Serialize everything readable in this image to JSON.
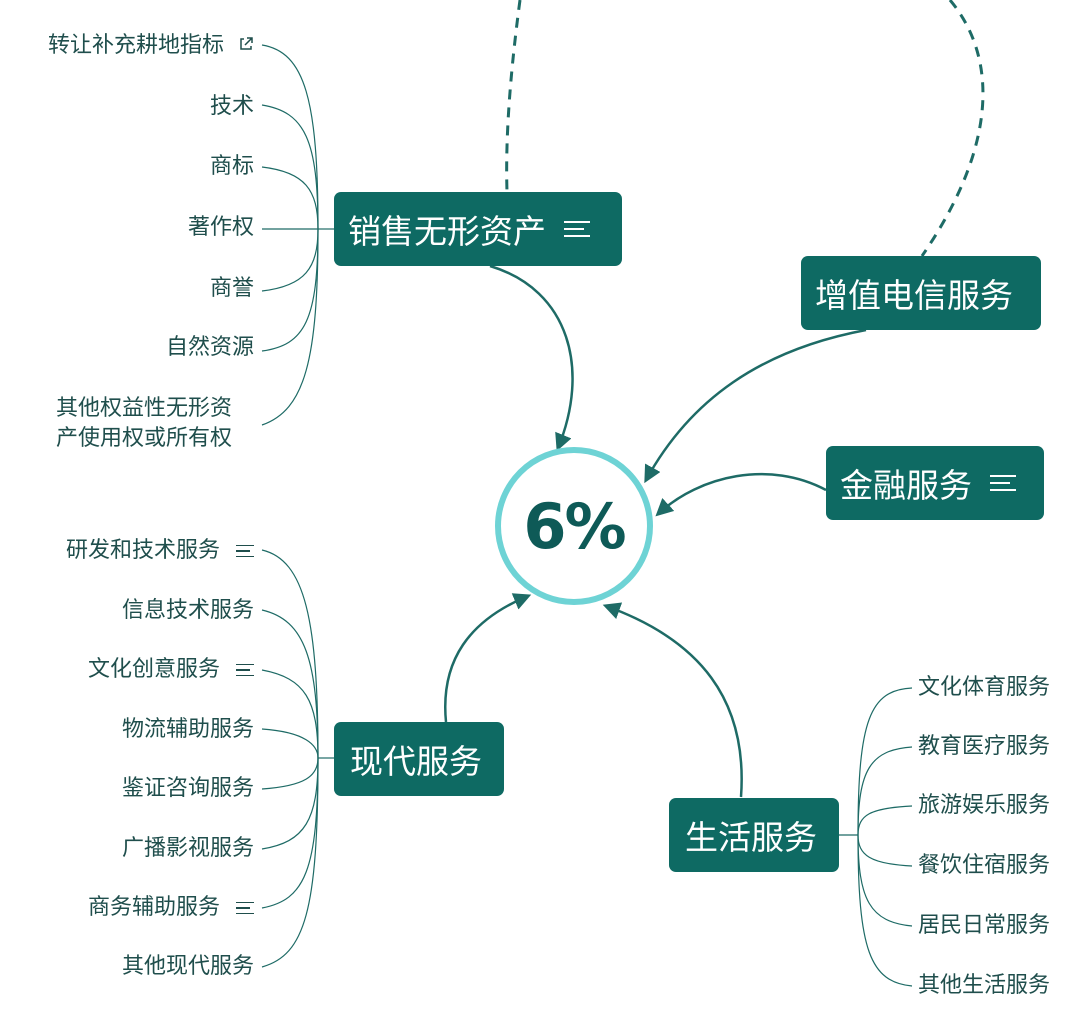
{
  "center": {
    "label": "6%"
  },
  "branches": {
    "intangible": {
      "label": "销售无形资产",
      "items": [
        "转让补充耕地指标",
        "技术",
        "商标",
        "著作权",
        "商誉",
        "自然资源",
        "其他权益性无形资",
        "产使用权或所有权"
      ]
    },
    "telecom": {
      "label": "增值电信服务"
    },
    "finance": {
      "label": "金融服务"
    },
    "modern": {
      "label": "现代服务",
      "items": [
        "研发和技术服务",
        "信息技术服务",
        "文化创意服务",
        "物流辅助服务",
        "鉴证咨询服务",
        "广播影视服务",
        "商务辅助服务",
        "其他现代服务"
      ]
    },
    "life": {
      "label": "生活服务",
      "items": [
        "文化体育服务",
        "教育医疗服务",
        "旅游娱乐服务",
        "餐饮住宿服务",
        "居民日常服务",
        "其他生活服务"
      ]
    }
  },
  "icons": {
    "notes": "notes-icon",
    "external_link": "external-link-icon"
  },
  "colors": {
    "node": "#0e6a63",
    "center_ring": "#6ed3d5",
    "line": "#1e6b66",
    "leaf_text": "#1f4e4c"
  }
}
